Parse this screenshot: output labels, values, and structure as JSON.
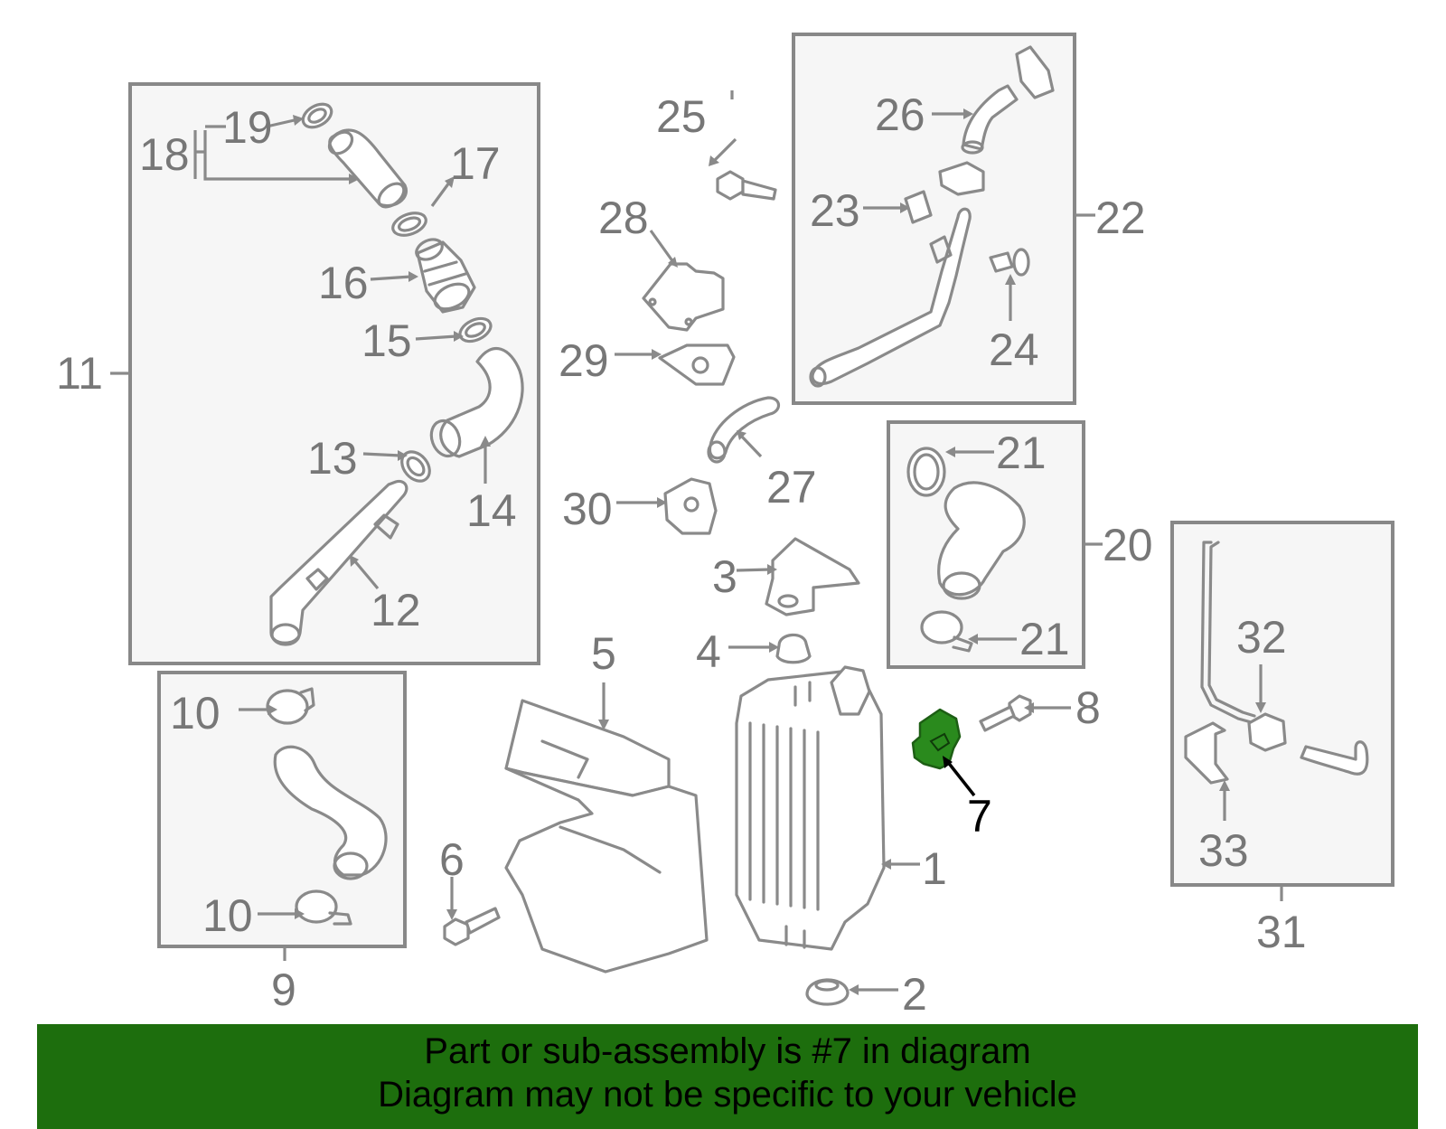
{
  "labels": {
    "l1": "1",
    "l2": "2",
    "l3": "3",
    "l4": "4",
    "l5": "5",
    "l6": "6",
    "l7": "7",
    "l8": "8",
    "l9": "9",
    "l10a": "10",
    "l10b": "10",
    "l11": "11",
    "l12": "12",
    "l13": "13",
    "l14": "14",
    "l15": "15",
    "l16": "16",
    "l17": "17",
    "l18": "18",
    "l19": "19",
    "l20": "20",
    "l21a": "21",
    "l21b": "21",
    "l22": "22",
    "l23": "23",
    "l24": "24",
    "l25": "25",
    "l26": "26",
    "l27": "27",
    "l28": "28",
    "l29": "29",
    "l30": "30",
    "l31": "31",
    "l32": "32",
    "l33": "33"
  },
  "highlighted_part": "7",
  "colors": {
    "highlight": "#2a8a1d",
    "banner": "#1d6e0d",
    "line": "#8a8a8a"
  },
  "banner": {
    "line1": "Part or sub-assembly is #7 in diagram",
    "line2": "Diagram may not be specific to your vehicle"
  }
}
